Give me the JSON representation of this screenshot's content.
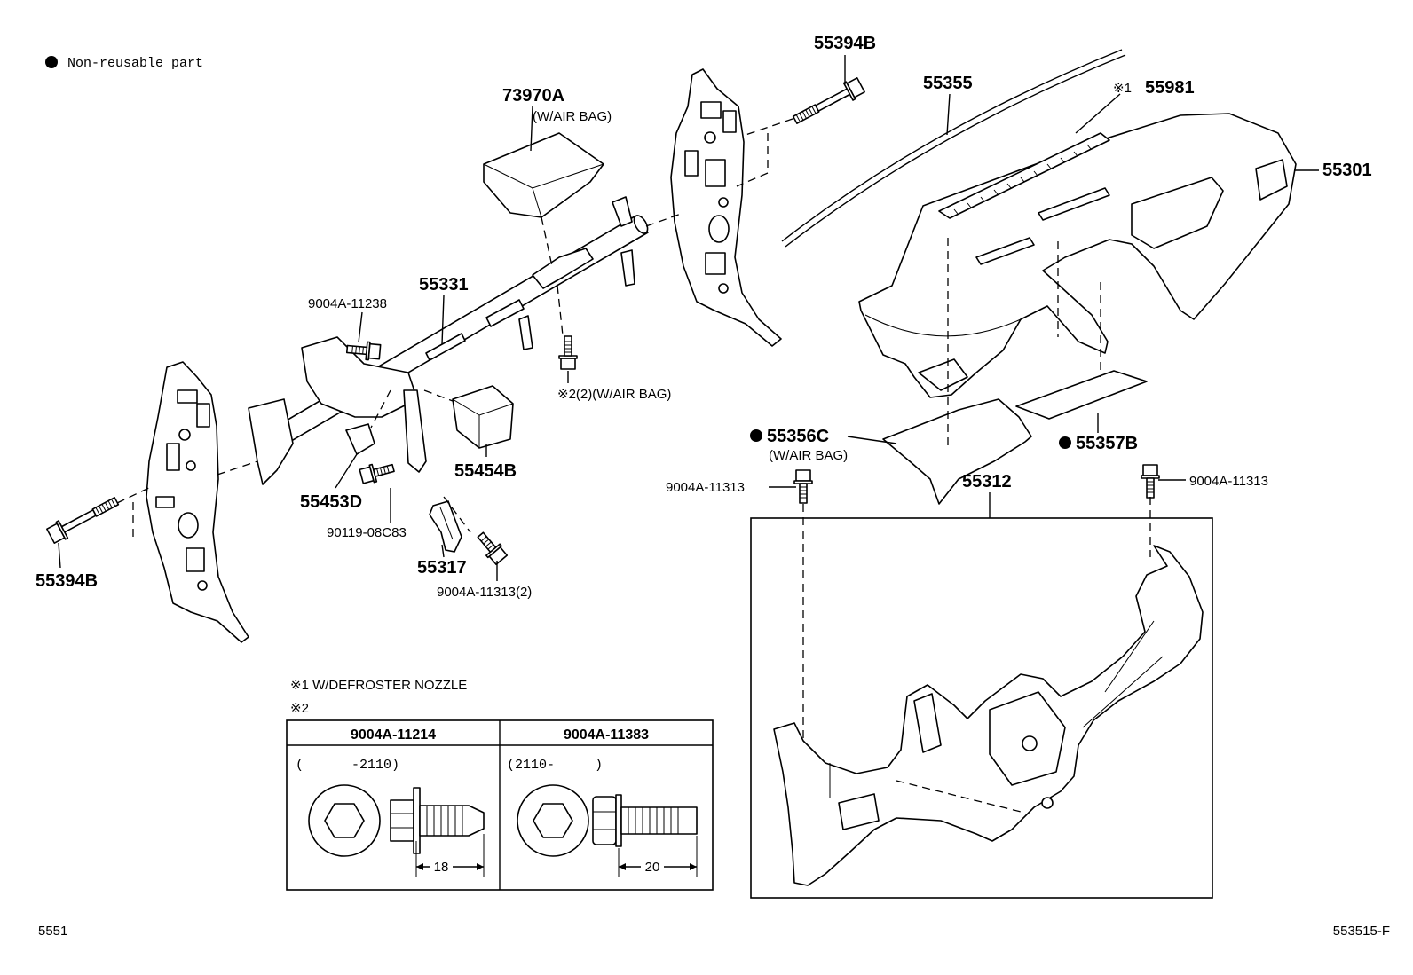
{
  "legend": {
    "text": "Non-reusable part"
  },
  "labels": {
    "bolt_55394B_top": "55394B",
    "molding_55355": "55355",
    "nozzle_55981_mark": "※1",
    "nozzle_55981": "55981",
    "airbag_73970A": "73970A",
    "airbag_73970A_note": "(W/AIR BAG)",
    "panel_55301": "55301",
    "reinforcement_55331": "55331",
    "bolt_9004A_11238": "9004A-11238",
    "bolt_note_2": "※2(2)(W/AIR BAG)",
    "pad_55356C": "55356C",
    "pad_55356C_note": "(W/AIR BAG)",
    "pad_55357B": "55357B",
    "bracket_55454B": "55454B",
    "bracket_55453D": "55453D",
    "bolt_9004A_11313_left": "9004A-11313",
    "bolt_9004A_11313_right": "9004A-11313",
    "panel_55312": "55312",
    "bolt_90119_08C83": "90119-08C83",
    "clip_55317": "55317",
    "bolt_9004A_11313_2": "9004A-11313(2)",
    "bolt_55394B_left": "55394B"
  },
  "notes": {
    "note_1": "※1 W/DEFROSTER NOZZLE",
    "note_2": "※2"
  },
  "bolt_table": {
    "columns": [
      {
        "part_no": "9004A-11214",
        "range": "(      -2110)",
        "length": "18"
      },
      {
        "part_no": "9004A-11383",
        "range": "(2110-     )",
        "length": "20"
      }
    ]
  },
  "footer": {
    "left": "5551",
    "right": "553515-F"
  },
  "colors": {
    "ink": "#000000",
    "background": "#ffffff"
  }
}
